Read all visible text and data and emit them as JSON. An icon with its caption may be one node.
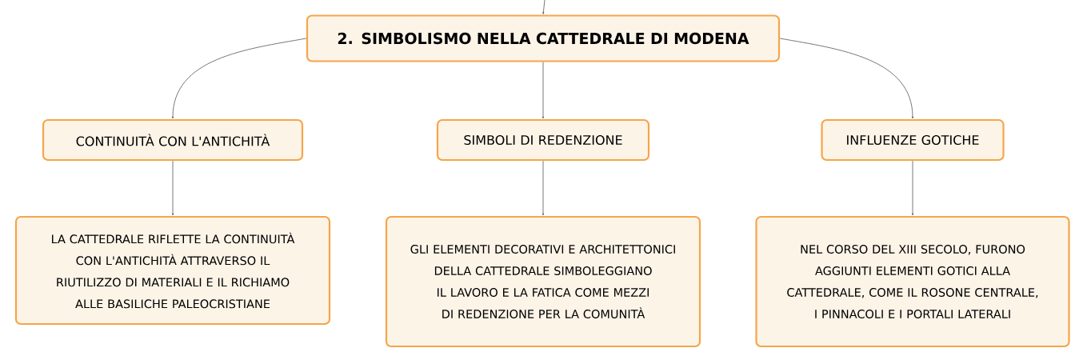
{
  "diagram": {
    "nodes": [
      {
        "text": [
          "2. SIMBOLISMO NELLA CATTEDRALE DI MODENA"
        ]
      },
      {
        "text": [
          "CONTINUITÀ CON L'ANTICHITÀ"
        ]
      },
      {
        "text": [
          "SIMBOLI DI REDENZIONE"
        ]
      },
      {
        "text": [
          "INFLUENZE GOTICHE"
        ]
      },
      {
        "text": [
          "LA CATTEDRALE RIFLETTE LA CONTINUITÀ CON L'ANTICHITÀ ATTRAVERSO IL RIUTILIZZO DI MATERIALI E IL RICHIAMO ALLE BASILICHE PALEOCRISTIANE"
        ]
      },
      {
        "text": [
          "GLI ELEMENTI DECORATIVI E ARCHITETTONICI DELLA CATTEDRALE SIMBOLEGGIANO IL LAVORO E LA FATICA COME MEZZI DI REDENZIONE PER LA COMUNITÀ"
        ]
      },
      {
        "text": [
          "NEL CORSO DEL XIII SECOLO, FURONO AGGIUNTI ELEMENTI GOTICI ALLA CATTEDRALE, COME IL ROSONE CENTRALE, I PINNACOLI E I PORTALI LATERALI"
        ]
      }
    ],
    "edges": [
      {
        "from": null,
        "to": 0,
        "arrow": "to"
      },
      {
        "from": 0,
        "to": 1,
        "arrow": "to"
      },
      {
        "from": 0,
        "to": 2,
        "arrow": "to"
      },
      {
        "from": 0,
        "to": 3,
        "arrow": "to"
      },
      {
        "from": 1,
        "to": 4,
        "arrow": "to"
      },
      {
        "from": 2,
        "to": 5,
        "arrow": "to"
      },
      {
        "from": 3,
        "to": 6,
        "arrow": "to"
      }
    ]
  }
}
